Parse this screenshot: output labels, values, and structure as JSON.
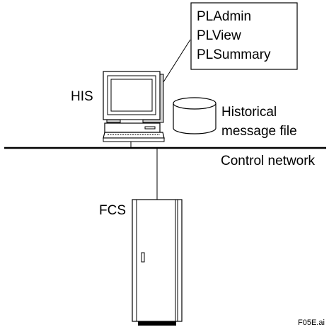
{
  "callout": {
    "lines": [
      "PLAdmin",
      "PLView",
      "PLSummary"
    ]
  },
  "his": {
    "label": "HIS"
  },
  "message_file": {
    "label_line1": "Historical",
    "label_line2": "message file"
  },
  "network": {
    "label": "Control network"
  },
  "fcs": {
    "label": "FCS"
  },
  "figure_id": "F05E.ai"
}
